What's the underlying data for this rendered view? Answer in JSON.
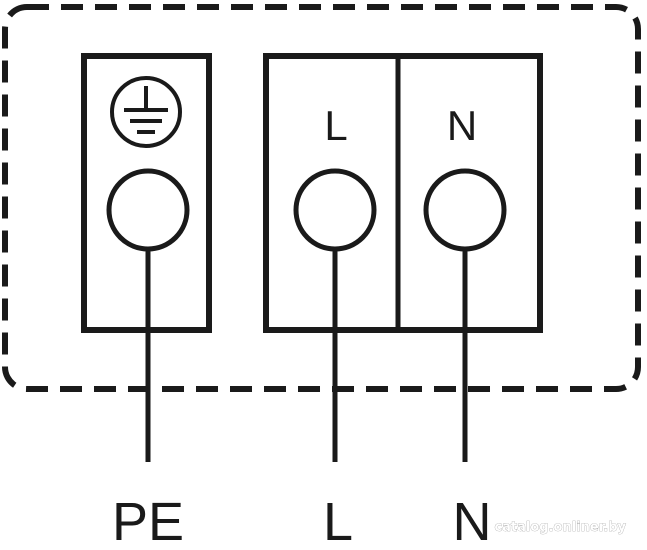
{
  "terminals": {
    "earth": {
      "icon": "protective-earth-icon"
    },
    "live": {
      "label": "L"
    },
    "neutral": {
      "label": "N"
    }
  },
  "wires": {
    "pe": {
      "label": "PE"
    },
    "live": {
      "label": "L"
    },
    "neutral": {
      "label": "N"
    }
  },
  "watermark": {
    "text": "catalog.onliner.by"
  },
  "colors": {
    "stroke": "#1a1a1a",
    "background": "#ffffff"
  }
}
